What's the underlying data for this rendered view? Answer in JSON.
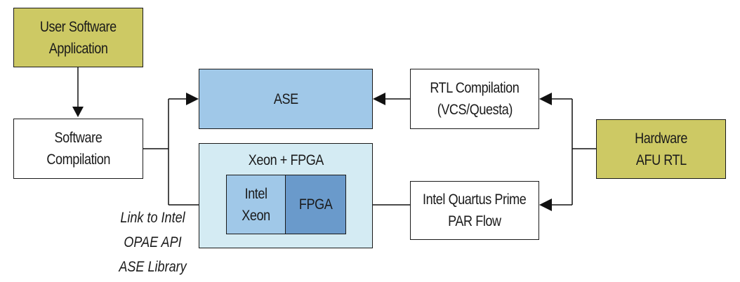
{
  "diagram": {
    "nodes": {
      "user_app": {
        "lines": [
          "User Software",
          "Application"
        ],
        "color": "#cdc964"
      },
      "sw_compile": {
        "lines": [
          "Software",
          "Compilation"
        ],
        "color": "#ffffff"
      },
      "ase": {
        "lines": [
          "ASE"
        ],
        "color": "#a0c8e8"
      },
      "xeon_fpga": {
        "title": "Xeon + FPGA",
        "color": "#d4ebf3"
      },
      "intel_xeon": {
        "lines": [
          "Intel",
          "Xeon"
        ],
        "color": "#a0c8e8"
      },
      "fpga": {
        "lines": [
          "FPGA"
        ],
        "color": "#6a9acb"
      },
      "rtl_compile": {
        "lines": [
          "RTL Compilation",
          "(VCS/Questa)"
        ],
        "color": "#ffffff"
      },
      "quartus": {
        "lines": [
          "Intel Quartus Prime",
          "PAR Flow"
        ],
        "color": "#ffffff"
      },
      "hw_afu": {
        "lines": [
          "Hardware",
          "AFU RTL"
        ],
        "color": "#cdc964"
      }
    },
    "edges": [
      {
        "from": "user_app",
        "to": "sw_compile"
      },
      {
        "from": "sw_compile",
        "to": "ase"
      },
      {
        "from": "sw_compile",
        "to": "intel_xeon"
      },
      {
        "from": "rtl_compile",
        "to": "ase"
      },
      {
        "from": "quartus",
        "to": "fpga"
      },
      {
        "from": "hw_afu",
        "to": "rtl_compile"
      },
      {
        "from": "hw_afu",
        "to": "quartus"
      }
    ],
    "caption": [
      "Link to Intel",
      "OPAE API",
      "ASE Library"
    ]
  }
}
